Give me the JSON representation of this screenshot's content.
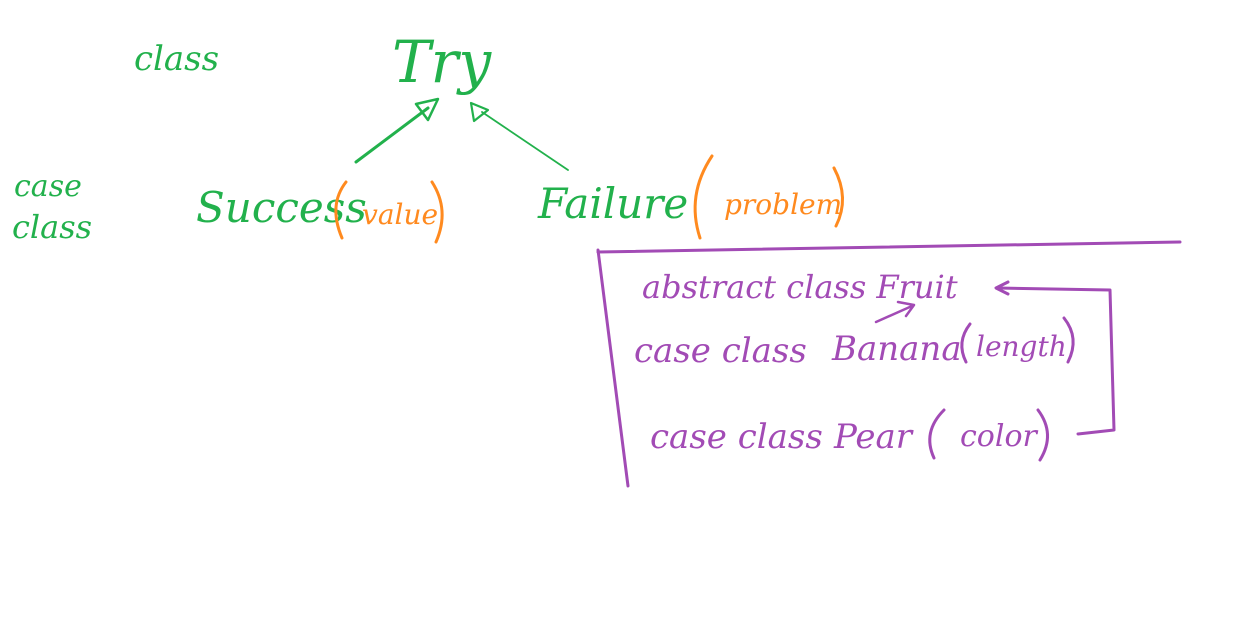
{
  "colors": {
    "green": "#22b14c",
    "orange": "#ff8a1f",
    "purple": "#a24bb5",
    "background": "#ffffff"
  },
  "labels": {
    "class_marker": "class",
    "case_class_marker_line1": "case",
    "case_class_marker_line2": "class",
    "try_class": "Try",
    "success": "Success",
    "success_param": "value",
    "failure": "Failure",
    "failure_param": "problem"
  },
  "box": {
    "abstract_line": "abstract class Fruit",
    "banana_decl": "case class",
    "banana_name": "Banana",
    "banana_param": "length",
    "pear_decl": "case class",
    "pear_name": "Pear",
    "pear_param": "color"
  }
}
